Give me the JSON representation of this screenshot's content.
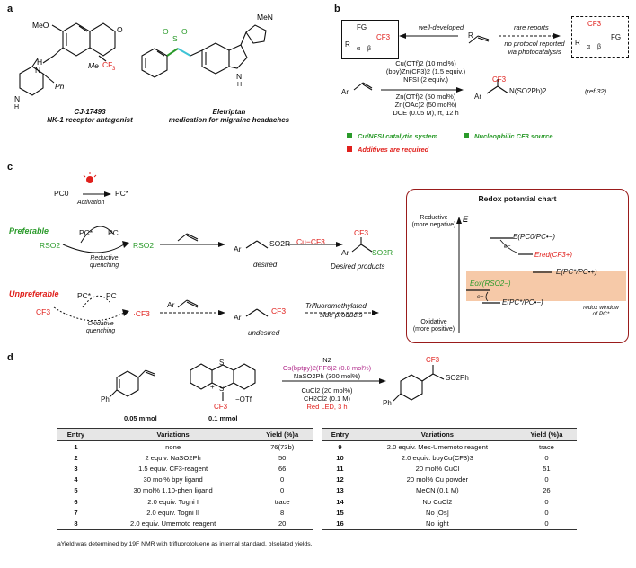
{
  "panel_a": {
    "letter": "a",
    "mol1_name": "CJ-17493",
    "mol1_desc": "NK-1 receptor antagonist",
    "mol2_name": "Eletriptan",
    "mol2_desc": "medication for migraine headaches",
    "labels": {
      "meo": "MeO",
      "h": "H",
      "n": "N",
      "ph": "Ph",
      "me": "Me",
      "cf3": "CF3",
      "o": "O",
      "s": "S",
      "nh": "N",
      "hh": "H",
      "men": "MeN"
    }
  },
  "panel_b": {
    "letter": "b",
    "left_box": {
      "fg": "FG",
      "r": "R",
      "alpha": "α",
      "beta": "β",
      "cf3": "CF3"
    },
    "well_developed": "well-developed",
    "rare_reports": "rare reports",
    "no_protocol": "no protocol reported",
    "via_photo": "via photocatalysis",
    "right_box": {
      "cf3": "CF3",
      "r": "R",
      "alpha": "α",
      "beta": "β",
      "fg": "FG"
    },
    "r_label": "R",
    "conditions_top": [
      "Cu(OTf)2 (10 mol%)",
      "(bpy)Zn(CF3)2 (1.5 equiv.)",
      "NFSI (2 equiv.)"
    ],
    "conditions_bottom": [
      "Zn(OTf)2 (50 mol%)",
      "Zn(OAc)2 (50 mol%)",
      "DCE (0.05 M), rt, 12 h"
    ],
    "ar": "Ar",
    "product_cf3": "CF3",
    "product_n": "N(SO2Ph)2",
    "ref": "(ref.32)",
    "legend": [
      {
        "text": "Cu/NFSI catalytic system",
        "color": "#2a9a2a"
      },
      {
        "text": "Nucleophilic CF3 source",
        "color": "#2a9a2a"
      },
      {
        "text": "Additives are required",
        "color": "#e0201c"
      }
    ]
  },
  "panel_c": {
    "letter": "c",
    "pc0": "PC0",
    "pcstar": "PC*",
    "activation": "Activation",
    "preferable": "Preferable",
    "unpreferable": "Unpreferable",
    "rso2": "RSO2",
    "pc_star": "PC*",
    "pc_minus": "PC",
    "reductive": "Reductive",
    "quenching": "quenching",
    "rso2_rad": "RSO2·",
    "ar1": "Ar",
    "so2r1": "SO2R",
    "desired": "desired",
    "cu_cf3": "Cu−CF3",
    "cf3_prod": "CF3",
    "ar2": "Ar",
    "so2r2": "SO2R",
    "desired_products": "Desired products",
    "cf3_plus": "CF3",
    "pc_star2": "PC*",
    "pc_plus": "PC",
    "oxidative": "Oxidative",
    "quenching2": "quenching",
    "cf3_rad": "·CF3",
    "ar3": "Ar",
    "ar4": "Ar",
    "cf3_u": "CF3",
    "undesired": "undesired",
    "side1": "Trifluoromethylated",
    "side2": "side products",
    "redox": {
      "title": "Redox potential chart",
      "reductive": "Reductive",
      "more_negative": "(more negative)",
      "oxidative": "Oxidative",
      "more_positive": "(more positive)",
      "e_axis": "E",
      "lvl1": "E(PC0/PC•−)",
      "lvl2": "Ered(CF3+)",
      "lvl3": "E(PC*/PC•+)",
      "lvl4": "Eox(RSO2−)",
      "lvl5": "E(PC*/PC•−)",
      "e1": "e−",
      "e2": "e−",
      "window1": "redox window",
      "window2": "of PC*",
      "window_color": "#f6c9a8"
    }
  },
  "panel_d": {
    "letter": "d",
    "sm1_qty": "0.05 mmol",
    "sm2_qty": "0.1 mmol",
    "ph": "Ph",
    "s_top": "S",
    "s_plus": "S",
    "plus": "+",
    "cf3": "CF3",
    "otf": "−OTf",
    "cond_n2": "N2",
    "cond_cat": "Os(bptpy)2(PF6)2 (0.8 mol%)",
    "cond_na": "NaSO2Ph (300 mol%)",
    "cond_cu": "CuCl2 (20 mol%)",
    "cond_solv": "CH2Cl2 (0.1 M)",
    "cond_light": "Red LED, 3 h",
    "prod_cf3": "CF3",
    "prod_so2ph": "SO2Ph",
    "prod_ph": "Ph",
    "headers": [
      "Entry",
      "Variations",
      "Yield (%)a"
    ],
    "left_rows": [
      [
        "1",
        "none",
        "76(73b)"
      ],
      [
        "2",
        "2 equiv. NaSO2Ph",
        "50"
      ],
      [
        "3",
        "1.5 equiv. CF3-reagent",
        "66"
      ],
      [
        "4",
        "30 mol% bpy ligand",
        "0"
      ],
      [
        "5",
        "30 mol% 1,10-phen ligand",
        "0"
      ],
      [
        "6",
        "2.0 equiv. Togni I",
        "trace"
      ],
      [
        "7",
        "2.0 equiv. Togni II",
        "8"
      ],
      [
        "8",
        "2.0 equiv. Umemoto reagent",
        "20"
      ]
    ],
    "right_rows": [
      [
        "9",
        "2.0 equiv. Mes-Umemoto reagent",
        "trace"
      ],
      [
        "10",
        "2.0 equiv. bpyCu(CF3)3",
        "0"
      ],
      [
        "11",
        "20 mol% CuCl",
        "51"
      ],
      [
        "12",
        "20 mol% Cu powder",
        "0"
      ],
      [
        "13",
        "MeCN (0.1 M)",
        "26"
      ],
      [
        "14",
        "No CuCl2",
        "0"
      ],
      [
        "15",
        "No [Os]",
        "0"
      ],
      [
        "16",
        "No light",
        "0"
      ]
    ],
    "footnote": "aYield was determined by 19F NMR with trifluorotoluene as internal standard. bIsolated yields."
  }
}
